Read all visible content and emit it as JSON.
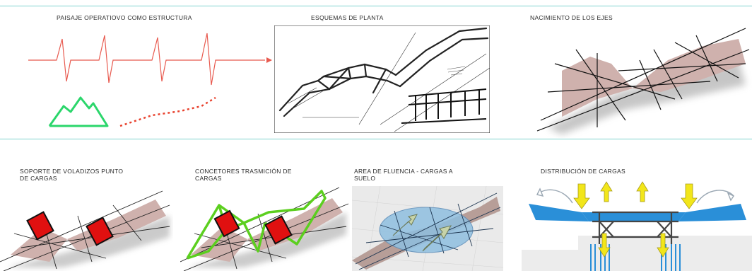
{
  "top_row": {
    "panel1_title": "PAISAJE OPERATIOVO COMO ESTRUCTURA",
    "panel2_title": "ESQUEMAS DE PLANTA",
    "panel3_title": "NACIMIENTO DE LOS EJES"
  },
  "bottom_row": {
    "panel4_title_line1": "SOPORTE DE VOLADIZOS PUNTO",
    "panel4_title_line2": "DE CARGAS",
    "panel5_title_line1": "CONCETORES TRASMICIÓN DE",
    "panel5_title_line2": "CARGAS",
    "panel6_title_line1": "AREA DE FLUENCIA - CARGAS A",
    "panel6_title_line2": "SUELO",
    "panel7_title": "DISTRIBUCIÓN DE CARGAS"
  },
  "colors": {
    "divider": "#7fd3cf",
    "pulse_line": "#e85a4f",
    "mountain": "#2bd66b",
    "dotted_line": "#e8402c",
    "load_box": "#e01010",
    "connector": "#5ccf1f",
    "flow_area": "#8fbfe0",
    "cantilever": "#2a8fd8",
    "arrow": "#f2e61a",
    "hatch_fill": "#cfb1ad"
  }
}
